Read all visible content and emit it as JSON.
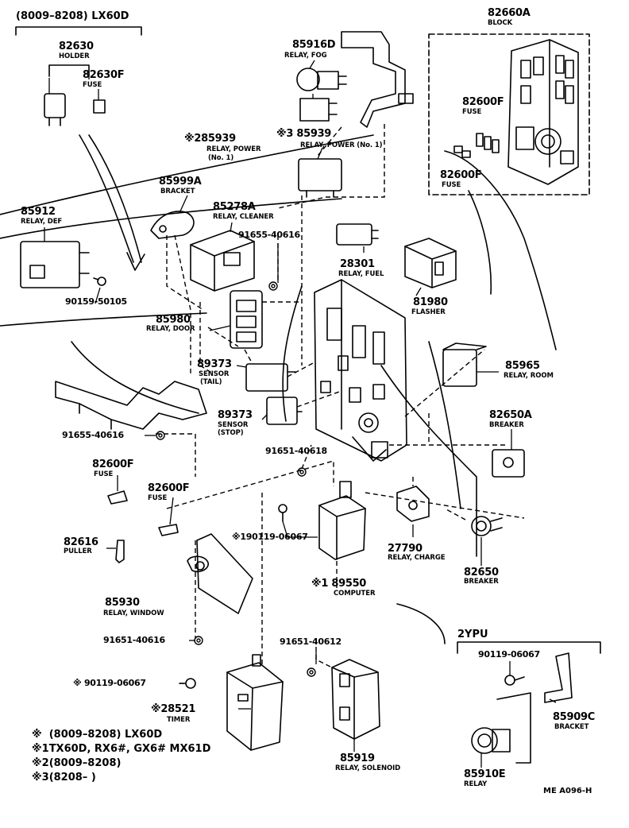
{
  "header": {
    "top_left": "(8009–8208) LX60D"
  },
  "group_2ypu": {
    "label": "2YPU"
  },
  "parts": [
    {
      "id": "p82660A",
      "number": "82660A",
      "name": "BLOCK"
    },
    {
      "id": "p82630",
      "number": "82630",
      "name": "HOLDER"
    },
    {
      "id": "p82630F",
      "number": "82630F",
      "name": "FUSE"
    },
    {
      "id": "p85916D",
      "number": "85916D",
      "name": "RELAY, FOG"
    },
    {
      "id": "p82600F_a",
      "number": "82600F",
      "name": "FUSE"
    },
    {
      "id": "p85939_3",
      "number": "85939",
      "name": "RELAY, POWER (No. 1)",
      "mark": "※3"
    },
    {
      "id": "p85939_2",
      "number": "85939",
      "name": "RELAY, POWER",
      "name2": "(No. 1)",
      "mark": "※2"
    },
    {
      "id": "p82600F_b",
      "number": "82600F",
      "name": "FUSE"
    },
    {
      "id": "p85999A",
      "number": "85999A",
      "name": "BRACKET"
    },
    {
      "id": "p85278A",
      "number": "85278A",
      "name": "RELAY, CLEANER"
    },
    {
      "id": "p85912",
      "number": "85912",
      "name": "RELAY, DEF"
    },
    {
      "id": "p91655_a",
      "number": "91655-40616",
      "name": ""
    },
    {
      "id": "p28301",
      "number": "28301",
      "name": "RELAY, FUEL"
    },
    {
      "id": "p90159",
      "number": "90159-50105",
      "name": ""
    },
    {
      "id": "p81980",
      "number": "81980",
      "name": "FLASHER"
    },
    {
      "id": "p85980",
      "number": "85980",
      "name": "RELAY, DOOR"
    },
    {
      "id": "p89373_t",
      "number": "89373",
      "name": "SENSOR",
      "name2": "(TAIL)"
    },
    {
      "id": "p85965",
      "number": "85965",
      "name": "RELAY, ROOM"
    },
    {
      "id": "p89373_s",
      "number": "89373",
      "name": "SENSOR",
      "name2": "(STOP)"
    },
    {
      "id": "p82650A",
      "number": "82650A",
      "name": "BREAKER"
    },
    {
      "id": "p91655_b",
      "number": "91655-40616",
      "name": ""
    },
    {
      "id": "p91651_a",
      "number": "91651-40618",
      "name": ""
    },
    {
      "id": "p82600F_c",
      "number": "82600F",
      "name": "FUSE"
    },
    {
      "id": "p82600F_d",
      "number": "82600F",
      "name": "FUSE"
    },
    {
      "id": "p82616",
      "number": "82616",
      "name": "PULLER"
    },
    {
      "id": "p90119_a",
      "number": "90119-06067",
      "name": "",
      "mark": "※1"
    },
    {
      "id": "p27790",
      "number": "27790",
      "name": "RELAY, CHARGE"
    },
    {
      "id": "p82650",
      "number": "82650",
      "name": "BREAKER"
    },
    {
      "id": "p89550",
      "number": "89550",
      "name": "COMPUTER",
      "mark": "※1"
    },
    {
      "id": "p85930",
      "number": "85930",
      "name": "RELAY, WINDOW"
    },
    {
      "id": "p91651_b",
      "number": "91651-40616",
      "name": ""
    },
    {
      "id": "p91651_c",
      "number": "91651-40612",
      "name": ""
    },
    {
      "id": "p90119_b",
      "number": "90119-06067",
      "name": ""
    },
    {
      "id": "p90119_c",
      "number": "90119-06067",
      "name": "",
      "mark": "※"
    },
    {
      "id": "p85909C",
      "number": "85909C",
      "name": "BRACKET"
    },
    {
      "id": "p28521",
      "number": "28521",
      "name": "TIMER",
      "mark": "※"
    },
    {
      "id": "p85919",
      "number": "85919",
      "name": "RELAY, SOLENOID"
    },
    {
      "id": "p85910E",
      "number": "85910E",
      "name": "RELAY"
    }
  ],
  "legend": [
    {
      "mark": "※",
      "text": "(8009–8208) LX60D"
    },
    {
      "mark": "※1",
      "text": "TX60D, RX6#, GX6# MX61D"
    },
    {
      "mark": "※2",
      "text": "(8009–8208)"
    },
    {
      "mark": "※3",
      "text": "(8208–          )"
    }
  ],
  "footer": {
    "code": "ME  A096-H"
  }
}
